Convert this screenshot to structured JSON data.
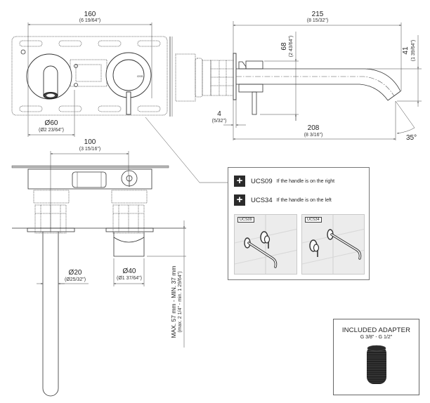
{
  "dimensions": {
    "top_width": {
      "mm": "160",
      "inch": "(6 19/64\")"
    },
    "rosette_diameter": {
      "mm": "Ø60",
      "inch": "(Ø2 23/64\")"
    },
    "spout_length": {
      "mm": "215",
      "inch": "(8 15/32\")"
    },
    "spout_height": {
      "mm": "68",
      "inch": "(2 43/64\")"
    },
    "spout_drop": {
      "mm": "41",
      "inch": "(1 39/64\")"
    },
    "plate_thickness": {
      "mm": "4",
      "inch": "(5/32\")"
    },
    "spout_projection": {
      "mm": "208",
      "inch": "(8 3/16\")"
    },
    "spout_angle": "35°",
    "center_distance": {
      "mm": "100",
      "inch": "(3 15/16\")"
    },
    "pipe_diameter": {
      "mm": "Ø20",
      "inch": "(Ø25/32\")"
    },
    "body_diameter": {
      "mm": "Ø40",
      "inch": "(Ø1 37/64\")"
    },
    "wall_depth": {
      "mm": "MAX. 57 mm - MIN. 37 mm",
      "inch": "(max. 2 1/4\" - min. 1 29/64\")"
    }
  },
  "options_panel": {
    "options": [
      {
        "icon": "plus-icon",
        "code": "UCS09",
        "description": "If the handle is on the right"
      },
      {
        "icon": "plus-icon",
        "code": "UCS34",
        "description": "If the handle is on the left"
      }
    ],
    "thumbnails": [
      {
        "tag": "UCS09"
      },
      {
        "tag": "UCS34"
      }
    ]
  },
  "adapter": {
    "title": "INCLUDED ADAPTER",
    "spec": "G 3/8\" - G 1/2\""
  }
}
